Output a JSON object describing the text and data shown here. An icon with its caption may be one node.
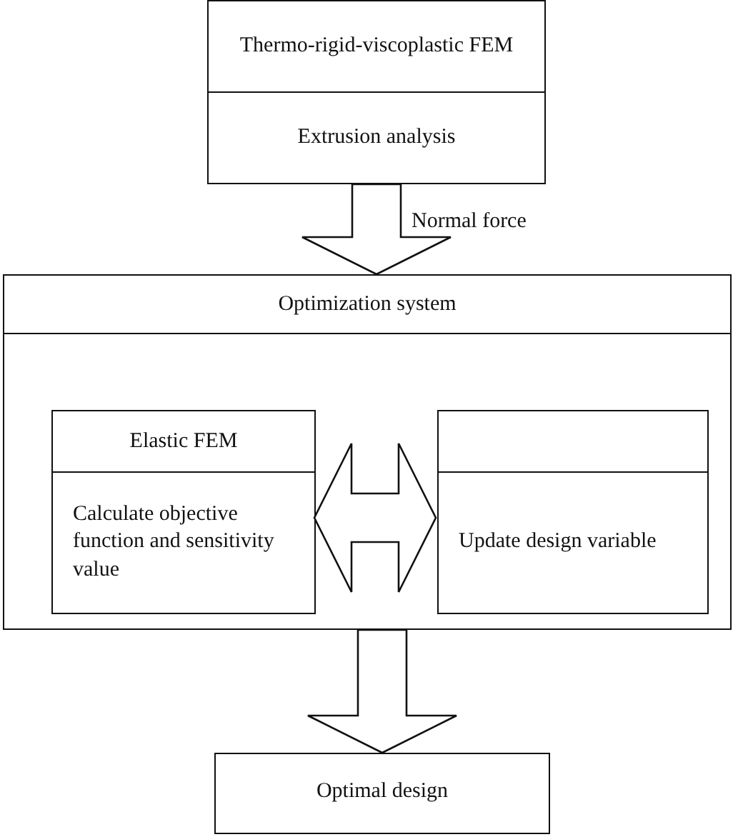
{
  "diagram": {
    "nodes": [
      {
        "text": [
          "Thermo-rigid-viscoplastic FEM",
          "Extrusion analysis"
        ]
      },
      {
        "text": [
          "Optimization system"
        ]
      },
      {
        "text": [
          "Elastic FEM",
          "Calculate objective function and sensitivity value"
        ],
        "in": 1
      },
      {
        "text": [
          "Update design variable"
        ],
        "in": 1
      },
      {
        "text": [
          "Optimal design"
        ]
      }
    ],
    "edges": [
      {
        "from": 0,
        "to": 1,
        "arrow": "to",
        "label": "Normal force"
      },
      {
        "from": 2,
        "to": 3,
        "arrow": "both"
      },
      {
        "from": 1,
        "to": 4,
        "arrow": "to"
      }
    ]
  }
}
